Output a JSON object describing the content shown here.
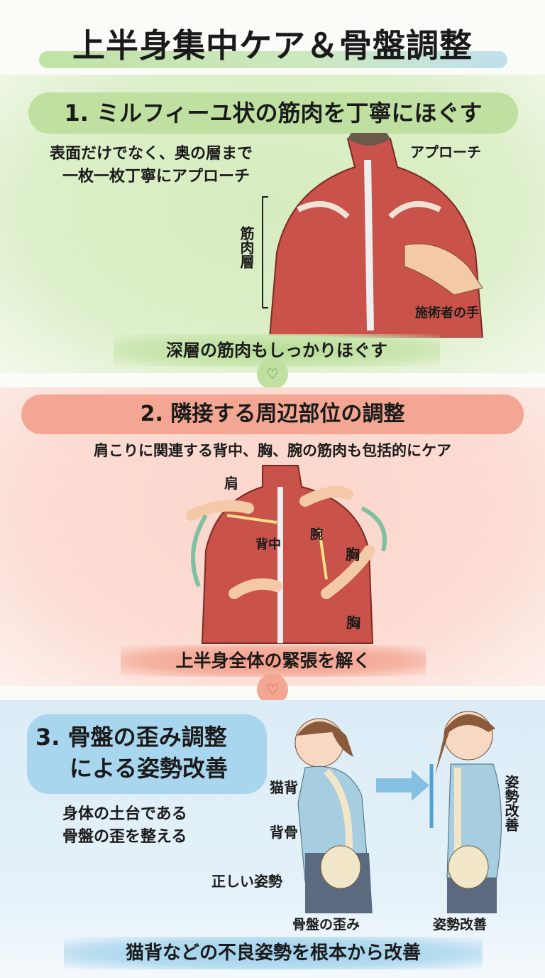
{
  "title": "上半身集中ケア＆骨盤調整",
  "section1": {
    "heading": "1. ミルフィーユ状の筋肉を丁寧にほぐす",
    "description_line1": "表面だけでなく、奥の層まで",
    "description_line2": "一枚一枚丁寧にアプローチ",
    "label_approach": "アプローチ",
    "label_muscle_layer": "筋肉層",
    "label_practitioner_hand": "施術者の手",
    "caption": "深層の筋肉もしっかりほぐす",
    "icon": "heart-hand-icon"
  },
  "section2": {
    "heading": "2. 隣接する周辺部位の調整",
    "description": "肩こりに関連する背中、胸、腕の筋肉も包括的にケア",
    "label_shoulder": "肩",
    "label_back": "背中",
    "label_arm": "腕",
    "label_chest_upper": "胸",
    "label_chest_lower": "胸",
    "caption": "上半身全体の緊張を解く",
    "icon": "heart-hand-icon"
  },
  "section3": {
    "heading_line1": "3. 骨盤の歪み調整",
    "heading_line2": "による姿勢改善",
    "description_line1": "身体の土台である",
    "description_line2": "骨盤の歪を整える",
    "label_hunchback": "猫背",
    "label_spine": "背骨",
    "label_correct_posture": "正しい姿勢",
    "label_pelvis_distortion": "骨盤の歪み",
    "label_posture_improved_vertical": "姿勢改善",
    "label_posture_improved": "姿勢改善",
    "caption": "猫背などの不良姿勢を根本から改善"
  },
  "colors": {
    "green": "#bfe0a0",
    "salmon": "#f3a793",
    "blue": "#a9d6ef",
    "muscle": "#c9534a"
  }
}
